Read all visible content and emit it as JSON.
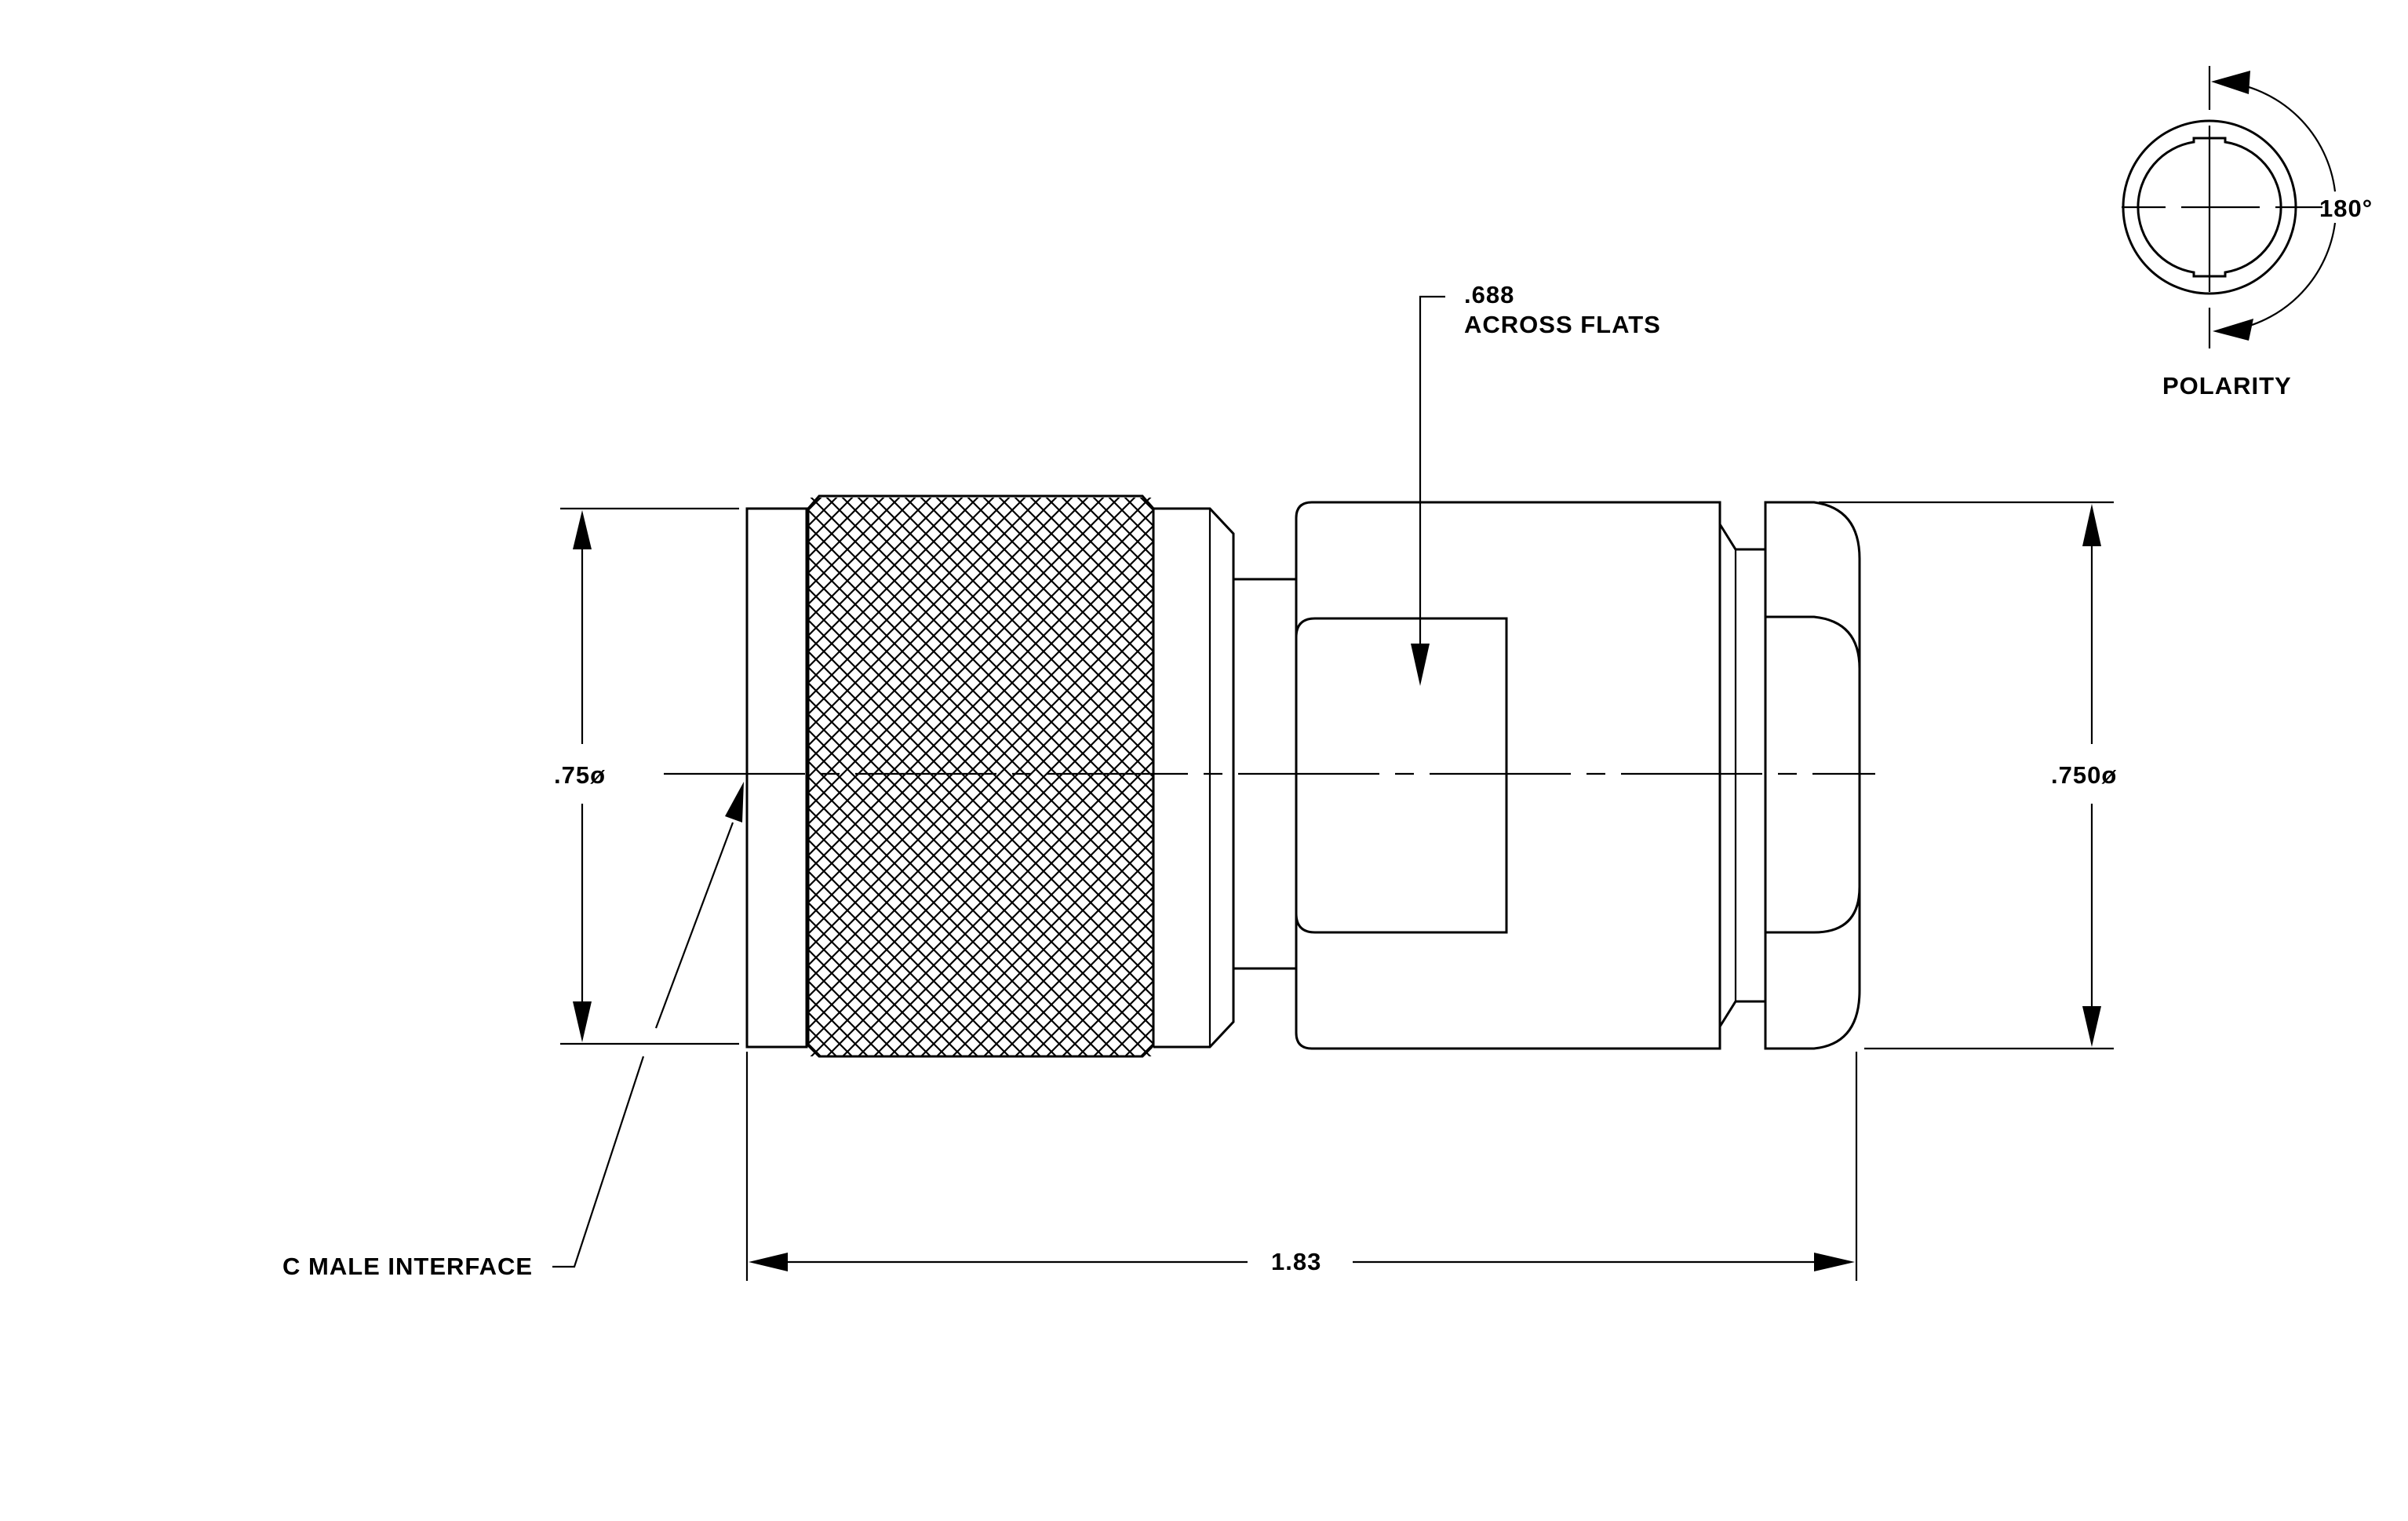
{
  "drawing": {
    "labels": {
      "flats_value": ".688",
      "flats_text": "ACROSS FLATS",
      "left_diameter": ".75ø",
      "right_diameter": ".750ø",
      "overall_length": "1.83",
      "interface": "C MALE INTERFACE",
      "polarity_angle": "180°",
      "polarity": "POLARITY"
    }
  }
}
